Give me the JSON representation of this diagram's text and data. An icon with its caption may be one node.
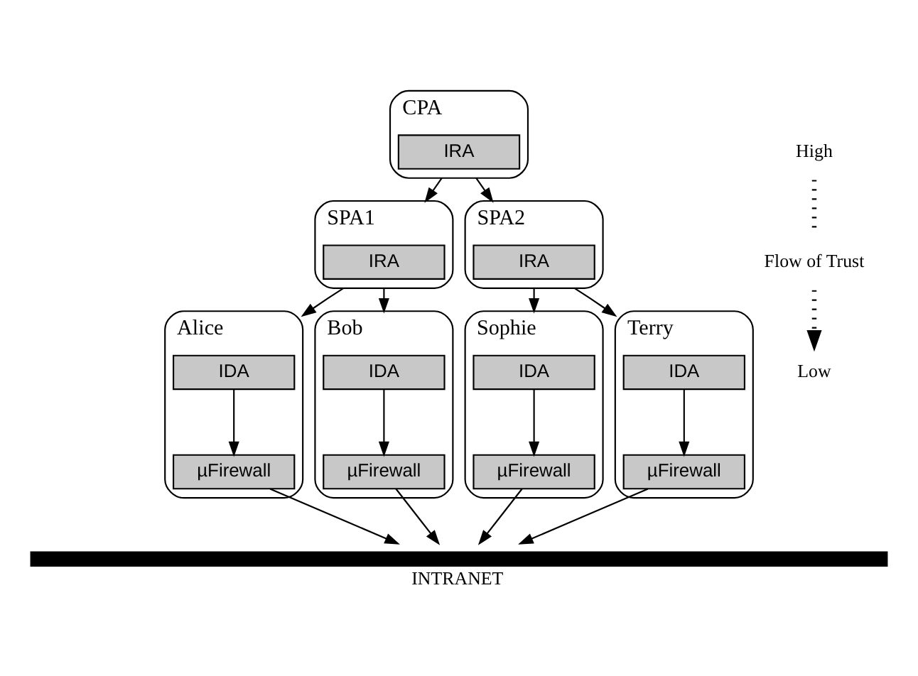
{
  "diagram": {
    "nodes": [
      {
        "text": [
          "CPA"
        ]
      },
      {
        "text": [
          "IRA"
        ],
        "in": 0
      },
      {
        "text": [
          "SPA1"
        ]
      },
      {
        "text": [
          "IRA"
        ],
        "in": 2
      },
      {
        "text": [
          "SPA2"
        ]
      },
      {
        "text": [
          "IRA"
        ],
        "in": 4
      },
      {
        "text": [
          "Alice"
        ]
      },
      {
        "text": [
          "IDA"
        ],
        "in": 6
      },
      {
        "text": [
          "µFirewall"
        ],
        "in": 6
      },
      {
        "text": [
          "Bob"
        ]
      },
      {
        "text": [
          "IDA"
        ],
        "in": 9
      },
      {
        "text": [
          "µFirewall"
        ],
        "in": 9
      },
      {
        "text": [
          "Sophie"
        ]
      },
      {
        "text": [
          "IDA"
        ],
        "in": 12
      },
      {
        "text": [
          "µFirewall"
        ],
        "in": 12
      },
      {
        "text": [
          "Terry"
        ]
      },
      {
        "text": [
          "IDA"
        ],
        "in": 15
      },
      {
        "text": [
          "µFirewall"
        ],
        "in": 15
      },
      {
        "text": [
          "INTRANET"
        ]
      }
    ],
    "edges": [
      {
        "from": 0,
        "to": 2,
        "arrow": "to"
      },
      {
        "from": 0,
        "to": 4,
        "arrow": "to"
      },
      {
        "from": 2,
        "to": 6,
        "arrow": "to"
      },
      {
        "from": 2,
        "to": 9,
        "arrow": "to"
      },
      {
        "from": 4,
        "to": 12,
        "arrow": "to"
      },
      {
        "from": 4,
        "to": 15,
        "arrow": "to"
      },
      {
        "from": 7,
        "to": 8,
        "arrow": "to"
      },
      {
        "from": 10,
        "to": 11,
        "arrow": "to"
      },
      {
        "from": 13,
        "to": 14,
        "arrow": "to"
      },
      {
        "from": 16,
        "to": 17,
        "arrow": "to"
      },
      {
        "from": 8,
        "to": 18,
        "arrow": "to"
      },
      {
        "from": 11,
        "to": 18,
        "arrow": "to"
      },
      {
        "from": 14,
        "to": 18,
        "arrow": "to"
      },
      {
        "from": 17,
        "to": 18,
        "arrow": "to"
      }
    ],
    "labels": [
      "High",
      "Flow of Trust",
      "Low"
    ]
  }
}
